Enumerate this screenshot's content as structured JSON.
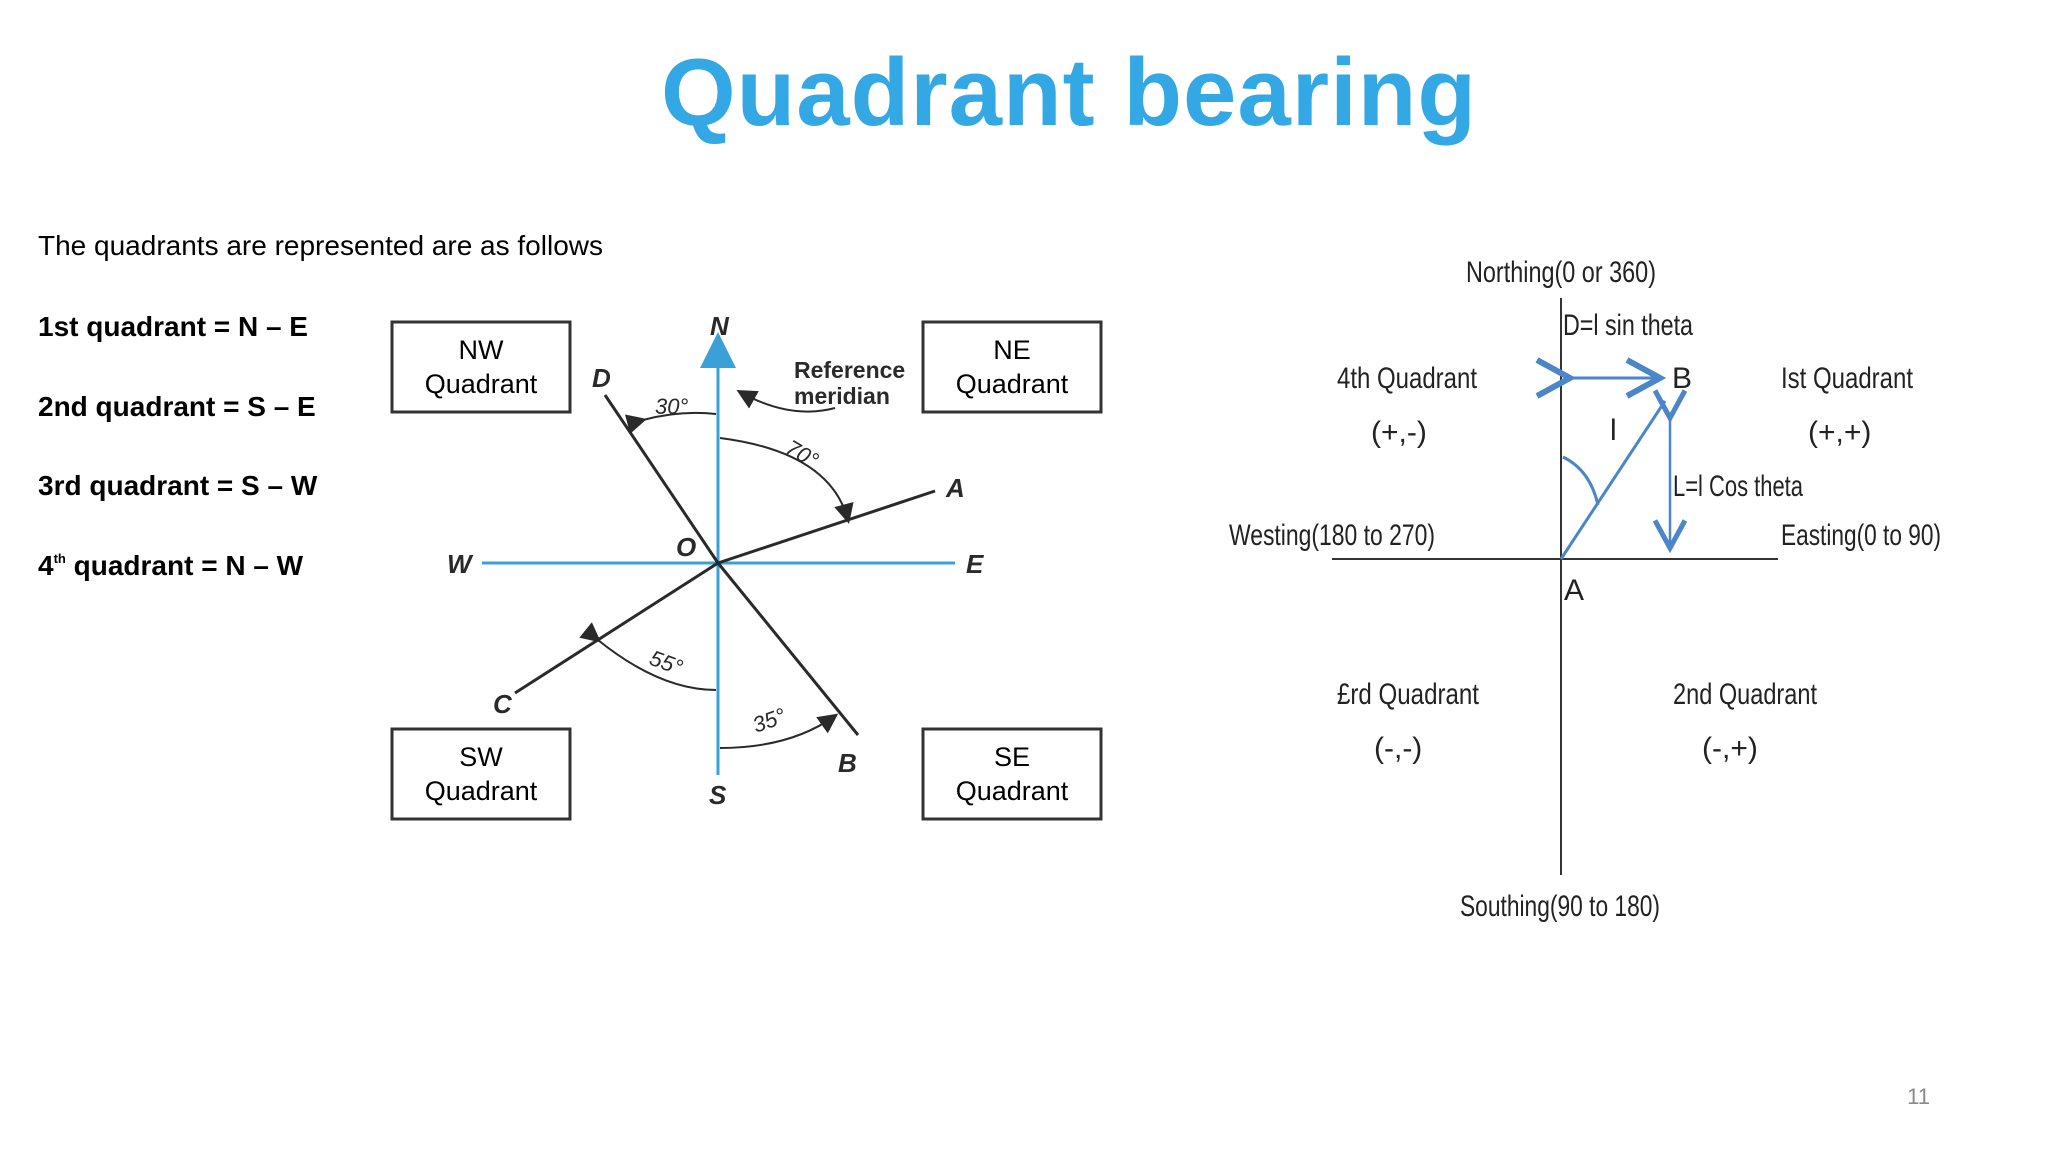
{
  "slide": {
    "title": "Quadrant bearing",
    "intro": "The quadrants are represented are as follows",
    "quadrants": [
      {
        "prefix": "1st",
        "sup": "",
        "text": " quadrant = N – E"
      },
      {
        "prefix": "2nd",
        "sup": "",
        "text": " quadrant = S – E"
      },
      {
        "prefix": "3rd",
        "sup": "",
        "text": " quadrant = S – W"
      },
      {
        "prefix": "4",
        "sup": "th",
        "text": " quadrant = N – W"
      }
    ],
    "page_number": "11"
  },
  "left_diagram": {
    "boxes": {
      "nw": [
        "NW",
        "Quadrant"
      ],
      "ne": [
        "NE",
        "Quadrant"
      ],
      "sw": [
        "SW",
        "Quadrant"
      ],
      "se": [
        "SE",
        "Quadrant"
      ]
    },
    "labels": {
      "n": "N",
      "s": "S",
      "e": "E",
      "w": "W",
      "o": "O",
      "a": "A",
      "b": "B",
      "c": "C",
      "d": "D",
      "ref1": "Reference",
      "ref2": "meridian"
    },
    "angles": {
      "d": "30°",
      "a": "70°",
      "c": "55°",
      "b": "35°"
    },
    "colors": {
      "meridian": "#3aa0d8",
      "lines": "#2a2a2a"
    }
  },
  "right_diagram": {
    "northing": "Northing(0 or 360)",
    "southing": "Southing(90 to 180)",
    "westing": "Westing(180 to 270)",
    "easting": "Easting(0 to 90)",
    "q1": "Ist Quadrant",
    "q1_sign": "(+,+)",
    "q2": "2nd Quadrant",
    "q2_sign": "(-,+)",
    "q3": "£rd Quadrant",
    "q3_sign": "(-,-)",
    "q4": "4th Quadrant",
    "q4_sign": "(+,-)",
    "departure": "D=l sin theta",
    "latitude": "L=l Cos theta",
    "length": "l",
    "point_a": "A",
    "point_b": "B",
    "colors": {
      "arrows": "#4a86c8",
      "axes": "#333333"
    }
  }
}
